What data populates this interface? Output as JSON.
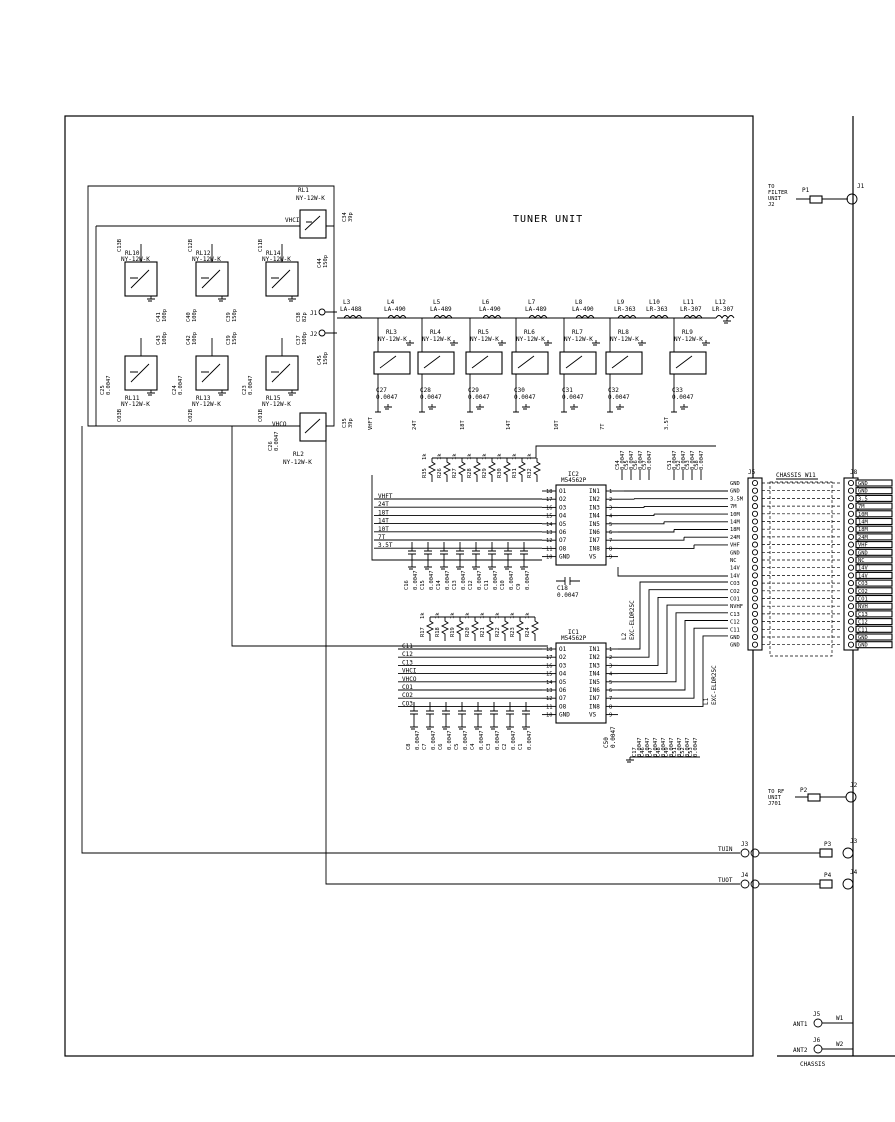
{
  "title": "TUNER UNIT",
  "top_relays": [
    {
      "ref": "RL1",
      "part": "NY-12W-K"
    },
    {
      "ref": "RL2",
      "part": "NY-12W-K"
    }
  ],
  "top_relay_labels": {
    "vhci": "VHCI",
    "vhco": "VHCO"
  },
  "left_relays": [
    {
      "ref": "RL10",
      "part": "NY-12W-K"
    },
    {
      "ref": "RL12",
      "part": "NY-12W-K"
    },
    {
      "ref": "RL14",
      "part": "NY-12W-K"
    },
    {
      "ref": "RL11",
      "part": "NY-12W-K"
    },
    {
      "ref": "RL13",
      "part": "NY-12W-K"
    },
    {
      "ref": "RL15",
      "part": "NY-12W-K"
    }
  ],
  "left_conn_labels": [
    "C13B",
    "C12B",
    "C11B",
    "C03B",
    "C02B",
    "C01B"
  ],
  "left_caps": [
    {
      "ref": "C41",
      "val": "100p"
    },
    {
      "ref": "C40",
      "val": "100p"
    },
    {
      "ref": "C39",
      "val": "150p"
    },
    {
      "ref": "C38",
      "val": "82p"
    },
    {
      "ref": "C43",
      "val": "100p"
    },
    {
      "ref": "C42",
      "val": "100p"
    },
    {
      "ref": "C39",
      "val": "150p"
    },
    {
      "ref": "C37",
      "val": "100p"
    },
    {
      "ref": "C25",
      "val": "0.0047"
    },
    {
      "ref": "C24",
      "val": "0.0047"
    },
    {
      "ref": "C23",
      "val": "0.0047"
    },
    {
      "ref": "C34",
      "val": "39p"
    },
    {
      "ref": "C35",
      "val": "39p"
    },
    {
      "ref": "C26",
      "val": "0.0047"
    },
    {
      "ref": "C44",
      "val": "150p"
    },
    {
      "ref": "C45",
      "val": "150p"
    }
  ],
  "jacks_mid": [
    "J1",
    "J2"
  ],
  "inductors": [
    {
      "ref": "L3",
      "part": "LA-488"
    },
    {
      "ref": "L4",
      "part": "LA-490"
    },
    {
      "ref": "L5",
      "part": "LA-489"
    },
    {
      "ref": "L6",
      "part": "LA-490"
    },
    {
      "ref": "L7",
      "part": "LA-489"
    },
    {
      "ref": "L8",
      "part": "LA-490"
    },
    {
      "ref": "L9",
      "part": "LR-363"
    },
    {
      "ref": "L10",
      "part": "LR-363"
    },
    {
      "ref": "L11",
      "part": "LR-307"
    },
    {
      "ref": "L12",
      "part": "LR-307"
    }
  ],
  "band_relays": [
    {
      "ref": "RL3",
      "part": "NY-12W-K"
    },
    {
      "ref": "RL4",
      "part": "NY-12W-K"
    },
    {
      "ref": "RL5",
      "part": "NY-12W-K"
    },
    {
      "ref": "RL6",
      "part": "NY-12W-K"
    },
    {
      "ref": "RL7",
      "part": "NY-12W-K"
    },
    {
      "ref": "RL8",
      "part": "NY-12W-K"
    },
    {
      "ref": "RL9",
      "part": "NY-12W-K"
    }
  ],
  "band_caps": [
    {
      "ref": "C27",
      "val": "0.0047",
      "net": "VHFT"
    },
    {
      "ref": "C28",
      "val": "0.0047",
      "net": "24T"
    },
    {
      "ref": "C29",
      "val": "0.0047",
      "net": "18T"
    },
    {
      "ref": "C30",
      "val": "0.0047",
      "net": "14T"
    },
    {
      "ref": "C31",
      "val": "0.0047",
      "net": "10T"
    },
    {
      "ref": "C32",
      "val": "0.0047",
      "net": "7T"
    },
    {
      "ref": "C33",
      "val": "0.0047",
      "net": "3.5T"
    }
  ],
  "ic2": {
    "ref": "IC2",
    "part": "M54562P"
  },
  "ic1": {
    "ref": "IC1",
    "part": "M54562P"
  },
  "ic_left_pins": [
    "O1",
    "O2",
    "O3",
    "O4",
    "O5",
    "O6",
    "O7",
    "O8",
    "GND"
  ],
  "ic_right_pins": [
    "IN1",
    "IN2",
    "IN3",
    "IN4",
    "IN5",
    "IN6",
    "IN7",
    "IN8",
    "VS"
  ],
  "ic_left_pin_nums": [
    "18",
    "17",
    "16",
    "15",
    "14",
    "13",
    "12",
    "11",
    "10"
  ],
  "ic_right_pin_nums": [
    "1",
    "2",
    "3",
    "4",
    "5",
    "6",
    "7",
    "8",
    "9"
  ],
  "ic2_nets": [
    "VHFT",
    "24T",
    "18T",
    "14T",
    "10T",
    "7T",
    "3.5T"
  ],
  "ic1_nets": [
    "C11",
    "C12",
    "C13",
    "VHCI",
    "VHCO",
    "CO1",
    "CO2",
    "CO3"
  ],
  "ic2_resistors": [
    {
      "ref": "R35",
      "val": "1k"
    },
    {
      "ref": "R26",
      "val": "1k"
    },
    {
      "ref": "R27",
      "val": "1k"
    },
    {
      "ref": "R28",
      "val": "1k"
    },
    {
      "ref": "R29",
      "val": "1k"
    },
    {
      "ref": "R30",
      "val": "1k"
    },
    {
      "ref": "R31",
      "val": "1k"
    },
    {
      "ref": "R32",
      "val": "1k"
    }
  ],
  "ic1_resistors": [
    {
      "ref": "R17",
      "val": "1k"
    },
    {
      "ref": "R18",
      "val": "1k"
    },
    {
      "ref": "R19",
      "val": "1k"
    },
    {
      "ref": "R20",
      "val": "1k"
    },
    {
      "ref": "R21",
      "val": "1k"
    },
    {
      "ref": "R22",
      "val": "1k"
    },
    {
      "ref": "R23",
      "val": "1k"
    },
    {
      "ref": "R24",
      "val": "1k"
    }
  ],
  "ic2_caps": [
    {
      "ref": "C16",
      "val": "0.0047"
    },
    {
      "ref": "C15",
      "val": "0.0047"
    },
    {
      "ref": "C14",
      "val": "0.0047"
    },
    {
      "ref": "C13",
      "val": "0.0047"
    },
    {
      "ref": "C12",
      "val": "0.0047"
    },
    {
      "ref": "C11",
      "val": "0.0047"
    },
    {
      "ref": "C10",
      "val": "0.0047"
    },
    {
      "ref": "C9",
      "val": "0.0047"
    }
  ],
  "ic1_caps": [
    {
      "ref": "C8",
      "val": "0.0047"
    },
    {
      "ref": "C7",
      "val": "0.0047"
    },
    {
      "ref": "C6",
      "val": "0.0047"
    },
    {
      "ref": "C5",
      "val": "0.0047"
    },
    {
      "ref": "C4",
      "val": "0.0047"
    },
    {
      "ref": "C3",
      "val": "0.0047"
    },
    {
      "ref": "C2",
      "val": "0.0047"
    },
    {
      "ref": "C1",
      "val": "0.0047"
    }
  ],
  "c18": {
    "ref": "C18",
    "val": "0.0047"
  },
  "c50": {
    "ref": "C50",
    "val": "0.0047"
  },
  "l1": {
    "ref": "L1",
    "part": "EXC-ELDR25C"
  },
  "l2": {
    "ref": "L2",
    "part": "EXC-ELDR25C"
  },
  "top_bypass_caps": [
    "C54",
    "C55",
    "C56",
    "C57",
    "C51",
    "C52",
    "C53",
    "C58"
  ],
  "top_bypass_val": "0.0047",
  "bottom_bypass_caps": [
    "C17",
    "C46",
    "C47",
    "C48",
    "C49",
    "C51",
    "C52",
    "C53"
  ],
  "j5": {
    "ref": "J5"
  },
  "j8": {
    "ref": "J8"
  },
  "chassis_harness": "CHASSIS W11",
  "j5_pins": [
    "GND",
    "GND",
    "3.5M",
    "7M",
    "10M",
    "14M",
    "18M",
    "24M",
    "VHF",
    "GND",
    "NC",
    "14V",
    "14V",
    "CO3",
    "CO2",
    "CO1",
    "NVHF",
    "C13",
    "C12",
    "C11",
    "GND",
    "GND"
  ],
  "j8_pins": [
    "GND",
    "GND",
    "3.5",
    "7M",
    "10M",
    "14M",
    "18M",
    "24M",
    "VHF",
    "GND",
    "NC",
    "14V",
    "14V",
    "CO3",
    "CO2",
    "CO1",
    "NVH",
    "C13",
    "C12",
    "C11",
    "GND",
    "GND"
  ],
  "right_labels": {
    "to_filter": [
      "TO",
      "FILTER",
      "UNIT",
      "J2"
    ],
    "p1": "P1",
    "j1r": "J1",
    "to_rf": [
      "TO RF",
      "UNIT",
      "J701"
    ],
    "p2": "P2",
    "j2r": "J2",
    "tuin": "TUIN",
    "tuot": "TUOT",
    "j3": "J3",
    "j4": "J4",
    "p3": "P3",
    "p4": "P4",
    "j3r": "J3",
    "j4r": "J4",
    "ant1": "ANT1",
    "ant2": "ANT2",
    "j5a": "J5",
    "j6a": "J6",
    "w1": "W1",
    "w2": "W2",
    "chassis": "CHASSIS"
  }
}
